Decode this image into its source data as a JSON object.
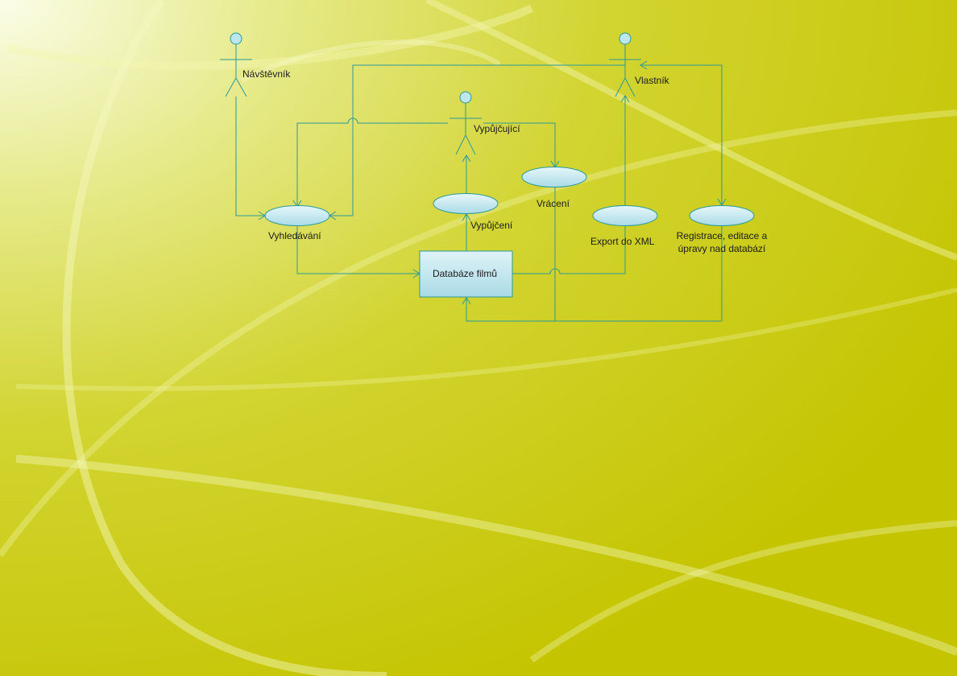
{
  "diagram": {
    "actors": {
      "navstevnik": "Návštěvník",
      "vypujcujici": "Vypůjčující",
      "vlastnik": "Vlastník"
    },
    "use_cases": {
      "vyhledavani": "Vyhledávání",
      "vypujceni": "Vypůjčení",
      "vraceni": "Vrácení",
      "export": "Export do XML",
      "registrace_line1": "Registrace, editace a",
      "registrace_line2": "úpravy nad databází"
    },
    "database": "Databáze filmů"
  },
  "colors": {
    "line": "#2a9a9a",
    "usecase_fill": "#bde6ee",
    "background_dark": "#c6c600",
    "background_light": "#f6fad8"
  }
}
